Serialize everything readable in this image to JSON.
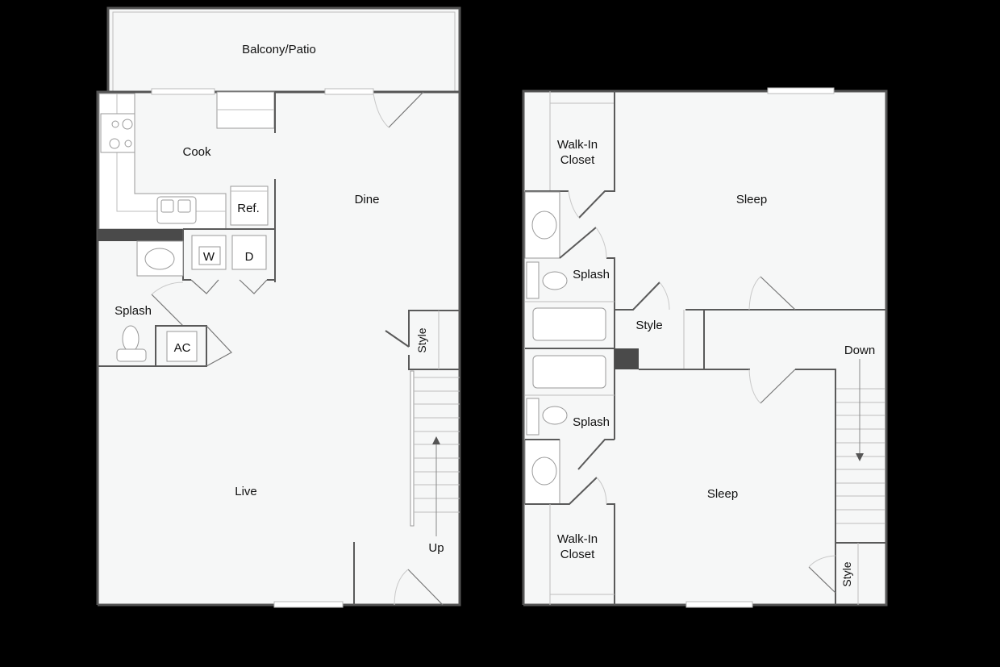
{
  "floor_plan": {
    "first_floor": {
      "rooms": [
        {
          "id": "balcony",
          "label": "Balcony/Patio"
        },
        {
          "id": "cook",
          "label": "Cook"
        },
        {
          "id": "dine",
          "label": "Dine"
        },
        {
          "id": "splash",
          "label": "Splash"
        },
        {
          "id": "live",
          "label": "Live"
        },
        {
          "id": "style",
          "label": "Style"
        }
      ],
      "fixtures": {
        "refrigerator": "Ref.",
        "washer": "W",
        "dryer": "D",
        "ac": "AC"
      },
      "stairs_label": "Up"
    },
    "second_floor": {
      "rooms": [
        {
          "id": "walkin_top",
          "label_line1": "Walk-In",
          "label_line2": "Closet"
        },
        {
          "id": "sleep_top",
          "label": "Sleep"
        },
        {
          "id": "splash_top",
          "label": "Splash"
        },
        {
          "id": "style_mid",
          "label": "Style"
        },
        {
          "id": "splash_bottom",
          "label": "Splash"
        },
        {
          "id": "sleep_bottom",
          "label": "Sleep"
        },
        {
          "id": "walkin_bottom",
          "label_line1": "Walk-In",
          "label_line2": "Closet"
        },
        {
          "id": "style_corner",
          "label": "Style"
        }
      ],
      "stairs_label": "Down"
    },
    "colors": {
      "background": "#000000",
      "floor": "#f6f7f7",
      "wall": "#5a5a5a",
      "accent_dark": "#4a4a4a"
    }
  }
}
